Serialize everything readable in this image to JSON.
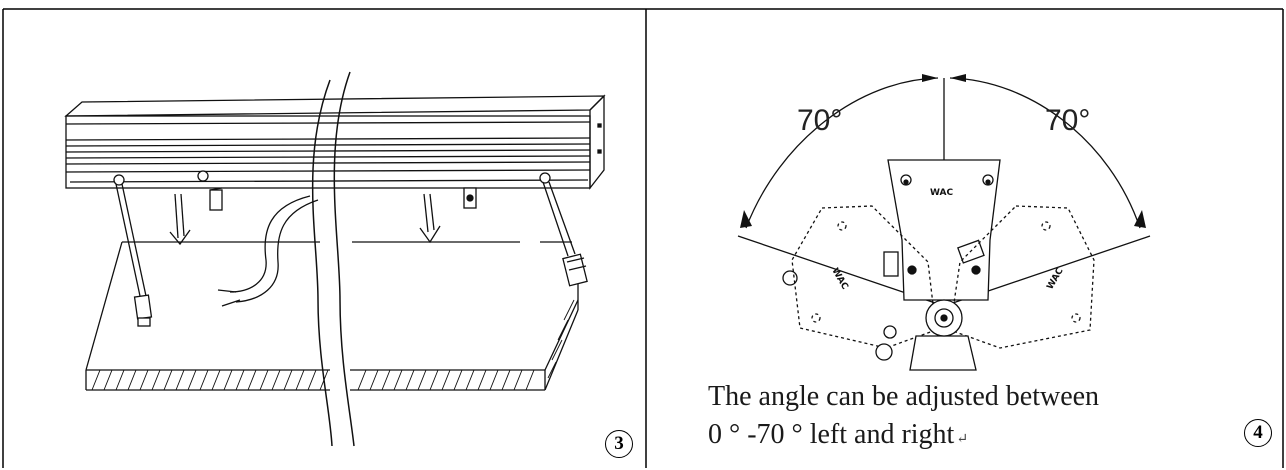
{
  "panel3": {
    "number": "3"
  },
  "panel4": {
    "number": "4",
    "angle_left": "70°",
    "angle_right": "70°",
    "caption_line1": "The angle can be adjusted between",
    "caption_line2": "0 ° -70 ° left and right",
    "return_mark": "↵",
    "bracket_logo": "WAC"
  }
}
